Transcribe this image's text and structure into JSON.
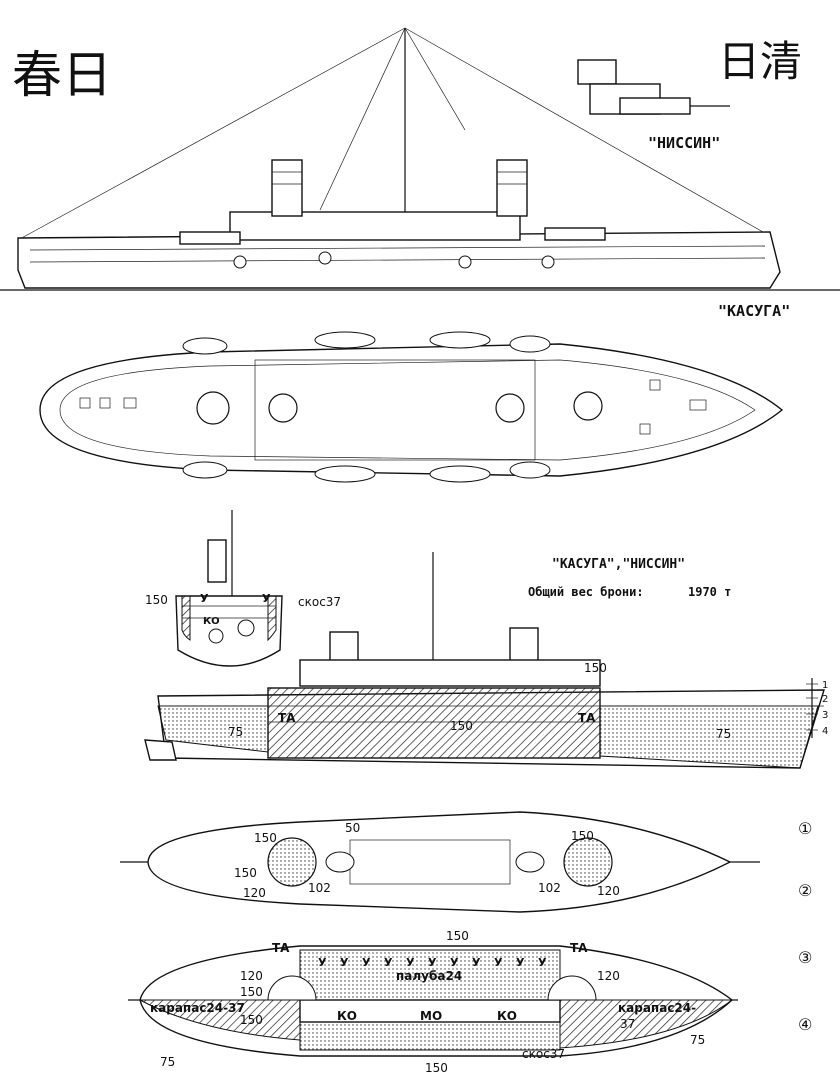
{
  "kanji": {
    "left": "春日",
    "right": "日清"
  },
  "ships": {
    "kasuga": "\"КАСУГА\"",
    "nissin": "\"НИССИН\""
  },
  "armor": {
    "title": "\"КАСУГА\",\"НИССИН\"",
    "weight_label": "Общий вес брони:",
    "weight_value": "1970 т"
  },
  "section_labels": {
    "n150": "150",
    "y": "У",
    "ko": "КО",
    "skos37": "скос37"
  },
  "profile_labels": {
    "n150_top": "150",
    "n150_mid": "150",
    "n75_left": "75",
    "n75_right": "75",
    "ta_left": "ТА",
    "ta_right": "ТА"
  },
  "level_marks": [
    "1",
    "2",
    "3",
    "4"
  ],
  "plan_levels": [
    "①",
    "②",
    "③",
    "④"
  ],
  "plan12": {
    "n50": "50",
    "n150_l": "150",
    "n150_r": "150",
    "n150_l2": "150",
    "n120_l": "120",
    "n120_r": "120",
    "n102_l": "102",
    "n102_r": "102"
  },
  "plan34": {
    "ta_l": "ТА",
    "ta_r": "ТА",
    "n150_top": "150",
    "n120_l": "120",
    "n120_r": "120",
    "n150_l": "150",
    "n150_l2": "150",
    "paluba": "палуба24",
    "karapas_l": "карапас24-37",
    "karapas_r": "карапас24-",
    "n37": "37",
    "n75_l": "75",
    "n75_r": "75",
    "ko_l": "КО",
    "mo": "МО",
    "ko_r": "КО",
    "skos37": "скос37",
    "n150_bottom": "150",
    "u_cells": [
      "У",
      "У",
      "У",
      "У",
      "У",
      "У",
      "У",
      "У",
      "У",
      "У",
      "У"
    ]
  }
}
